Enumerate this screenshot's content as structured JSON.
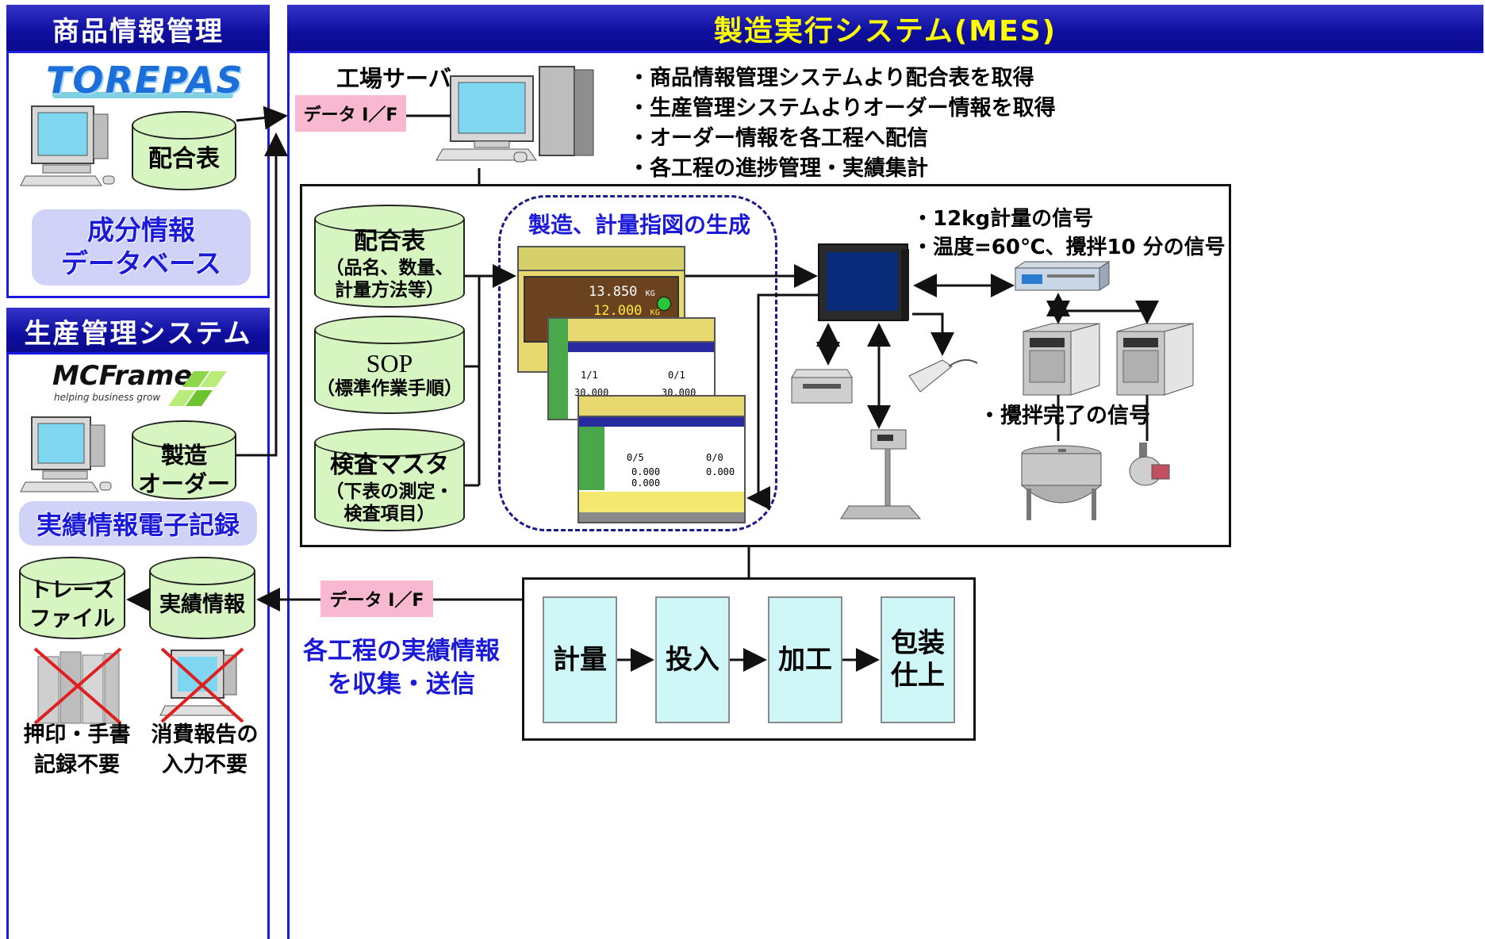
{
  "left_top": {
    "header": "商品情報管理",
    "logo": "TOREPAS",
    "db_label": "配合表",
    "lavender_lines": [
      "成分情報",
      "データベース"
    ]
  },
  "left_bottom": {
    "header": "生産管理システム",
    "logo": "MCFrame",
    "logo_tagline": "helping business grow",
    "db_lines": [
      "製造",
      "オーダー"
    ],
    "lavender": "実績情報電子記録",
    "trace_lines": [
      "トレース",
      "ファイル"
    ],
    "results_db": "実績情報",
    "note1_lines": [
      "押印・手書",
      "記録不要"
    ],
    "note2_lines": [
      "消費報告の",
      "入力不要"
    ]
  },
  "mes": {
    "header": "製造実行システム(MES)",
    "server_label": "工場サーバ",
    "data_if_top": "データ I／F",
    "data_if_bottom": "データ I／F",
    "bullets": [
      "・商品情報管理システムより配合表を取得",
      "・生産管理システムよりオーダー情報を取得",
      "・オーダー情報を各工程へ配信",
      "・各工程の進捗管理・実績集計"
    ],
    "db1_title": "配合表",
    "db1_sub": [
      "（品名、数量、",
      "計量方法等）"
    ],
    "db2_title": "SOP",
    "db2_sub": [
      "（標準作業手順）"
    ],
    "db3_title": "検査マスタ",
    "db3_sub": [
      "（下表の測定・",
      "検査項目）"
    ],
    "instruction_title": "製造、計量指図の生成",
    "signal_lines": [
      "・12kg計量の信号",
      "・温度=60℃、攪拌10 分の信号"
    ],
    "stir_signal": "・攪拌完了の信号",
    "collect_lines": [
      "各工程の実績情報",
      "を収集・送信"
    ],
    "screen1": {
      "weight1": "13.850",
      "weight2": "12.000",
      "unit": "KG"
    },
    "screen2": {
      "v1": "1/1",
      "v2": "0/1",
      "v3": "30.000",
      "v4": "30.000"
    },
    "screen3": {
      "v1": "0/5",
      "v2": "0/0",
      "v3": "0.000",
      "v4": "0.000",
      "v5": "0.000"
    },
    "process_steps": [
      {
        "lines": [
          "計量"
        ]
      },
      {
        "lines": [
          "投入"
        ]
      },
      {
        "lines": [
          "加工"
        ]
      },
      {
        "lines": [
          "包装",
          "仕上"
        ]
      }
    ]
  },
  "colors": {
    "header_blue": "#0f0fa0",
    "panel_border": "#1c1ce0",
    "pink": "#f8b8d0",
    "lavender": "#d0d2f8",
    "cylinder": "#d6f5c0",
    "step_fill": "#cff7f8",
    "mes_title": "#ffff00"
  },
  "icons": [
    "pc-icon",
    "server-icon",
    "touch-panel-icon",
    "controller-icon",
    "temp-controller-icon",
    "printer-icon",
    "barcode-scanner-icon",
    "scale-icon",
    "mixing-tank-icon",
    "flow-meter-icon",
    "binder-icon",
    "cross-icon"
  ]
}
